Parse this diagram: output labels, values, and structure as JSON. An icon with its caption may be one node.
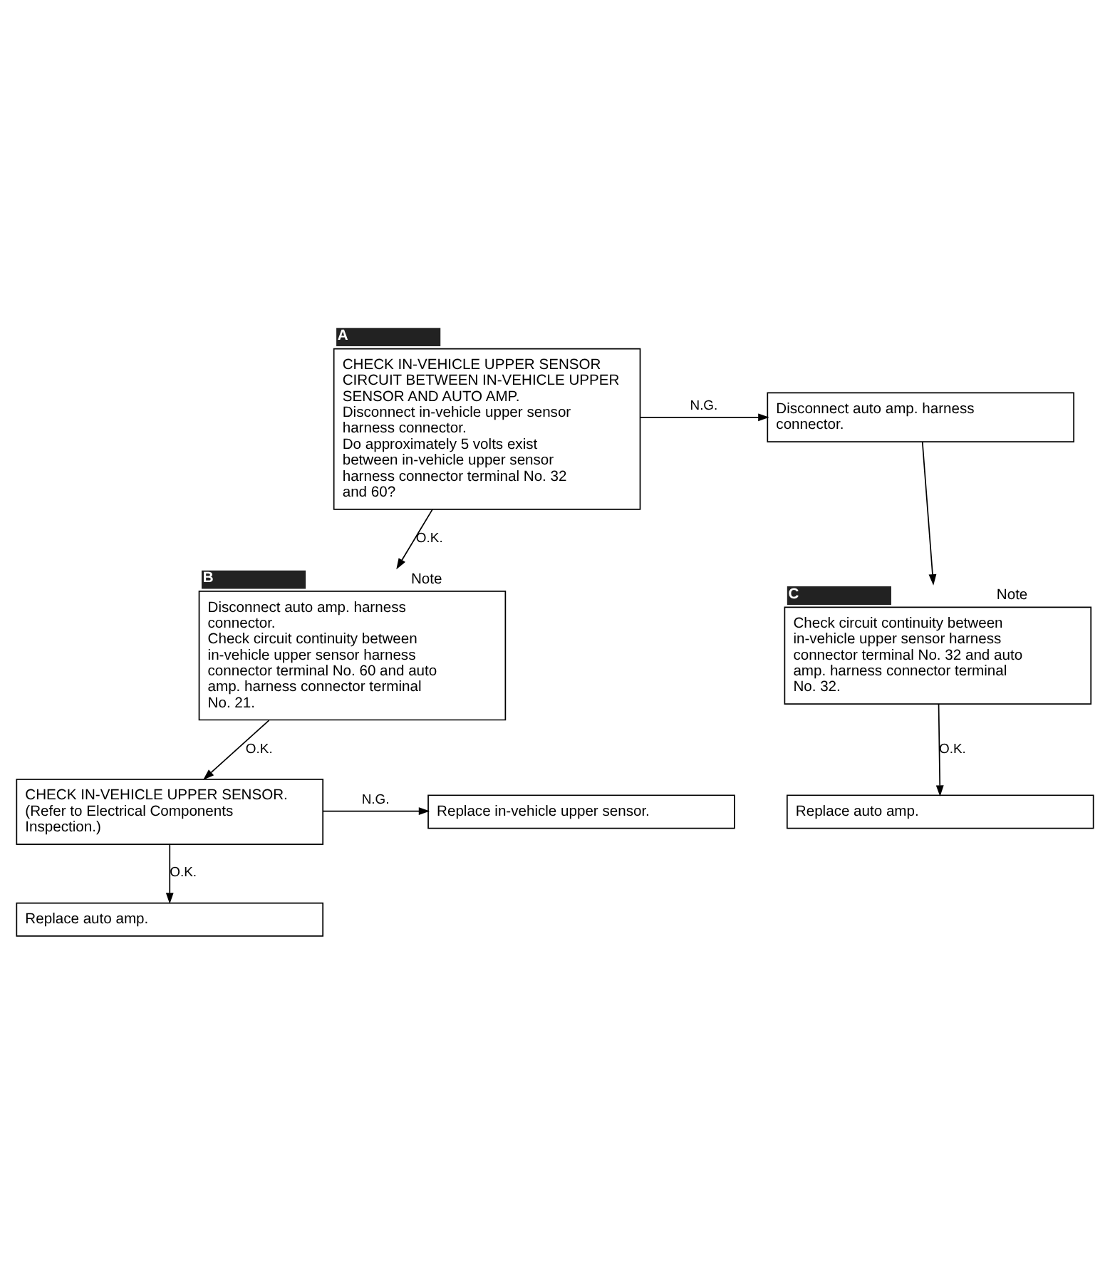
{
  "diagram": {
    "nodes": [
      {
        "text": [
          "CHECK IN-VEHICLE UPPER SENSOR CIRCUIT BETWEEN IN-VEHICLE UPPER SENSOR AND AUTO AMP.",
          "Disconnect in-vehicle upper sensor harness connector.",
          "Do approximately 5 volts exist between in-vehicle upper sensor harness connector terminal No. 32 and 60?"
        ],
        "beside": [
          "A"
        ]
      },
      {
        "text": [
          "Disconnect auto amp. harness connector."
        ]
      },
      {
        "text": [
          "Check circuit continuity between in-vehicle upper sensor harness connector terminal No. 32 and auto amp. harness connector terminal No. 32."
        ],
        "beside": [
          "C",
          "Note"
        ]
      },
      {
        "text": [
          "Replace auto amp."
        ]
      },
      {
        "text": [
          "Disconnect auto amp. harness connector.",
          "Check circuit continuity between in-vehicle upper sensor harness connector terminal No. 60 and auto amp. harness connector terminal No. 21."
        ],
        "beside": [
          "B",
          "Note"
        ]
      },
      {
        "text": [
          "CHECK IN-VEHICLE UPPER SENSOR.",
          "(Refer to Electrical Components Inspection.)"
        ]
      },
      {
        "text": [
          "Replace in-vehicle upper sensor."
        ]
      },
      {
        "text": [
          "Replace auto amp."
        ]
      }
    ],
    "edges": [
      {
        "from": 0,
        "to": 1,
        "arrow": "to",
        "label": "N.G."
      },
      {
        "from": 1,
        "to": 2,
        "arrow": "to"
      },
      {
        "from": 2,
        "to": 3,
        "arrow": "to",
        "label": "O.K."
      },
      {
        "from": 0,
        "to": 4,
        "arrow": "to",
        "label": "O.K."
      },
      {
        "from": 4,
        "to": 5,
        "arrow": "to",
        "label": "O.K."
      },
      {
        "from": 5,
        "to": 6,
        "arrow": "to",
        "label": "N.G."
      },
      {
        "from": 5,
        "to": 7,
        "arrow": "to",
        "label": "O.K."
      }
    ]
  }
}
